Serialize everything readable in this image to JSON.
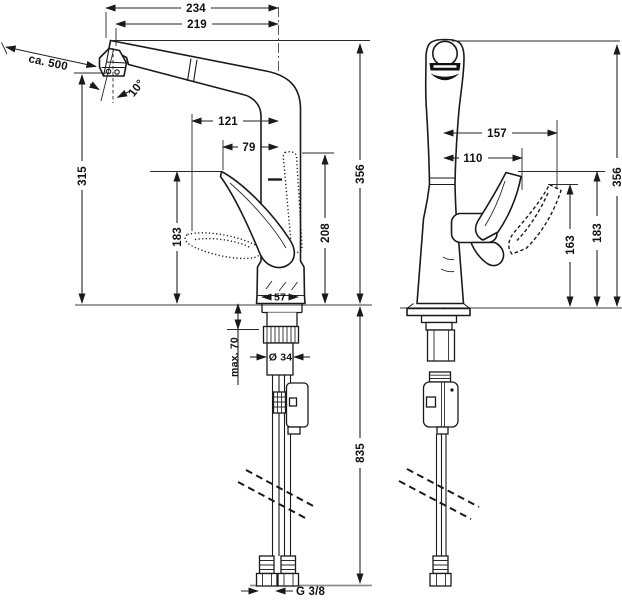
{
  "drawing": {
    "kind": "technical dimension drawing",
    "subject": "pull-out kitchen faucet, side view and front view with installation dimensions",
    "colors": {
      "ink": "#1a1a1a",
      "dimension": "#222222",
      "surface_line": "#8f8f8f",
      "background": "#ffffff"
    }
  },
  "dims": {
    "left": {
      "total_reach": "234",
      "spout_reach": "219",
      "hose_pullout": "ca. 500",
      "spray_angle": "10°",
      "handle_reach_low": "121",
      "handle_reach_high": "79",
      "outlet_height": "315",
      "handle_height": "183",
      "handle_max_height": "208",
      "total_height": "356",
      "base_width": "57",
      "counter_thickness": "max. 70",
      "shank_diameter": "Ø 34",
      "hose_length": "835",
      "thread": "G 3/8"
    },
    "right": {
      "handle_tip_swing": "157",
      "handle_tip_width": "110",
      "handle_low_height": "163",
      "handle_high_height": "183",
      "total_height": "356"
    }
  }
}
